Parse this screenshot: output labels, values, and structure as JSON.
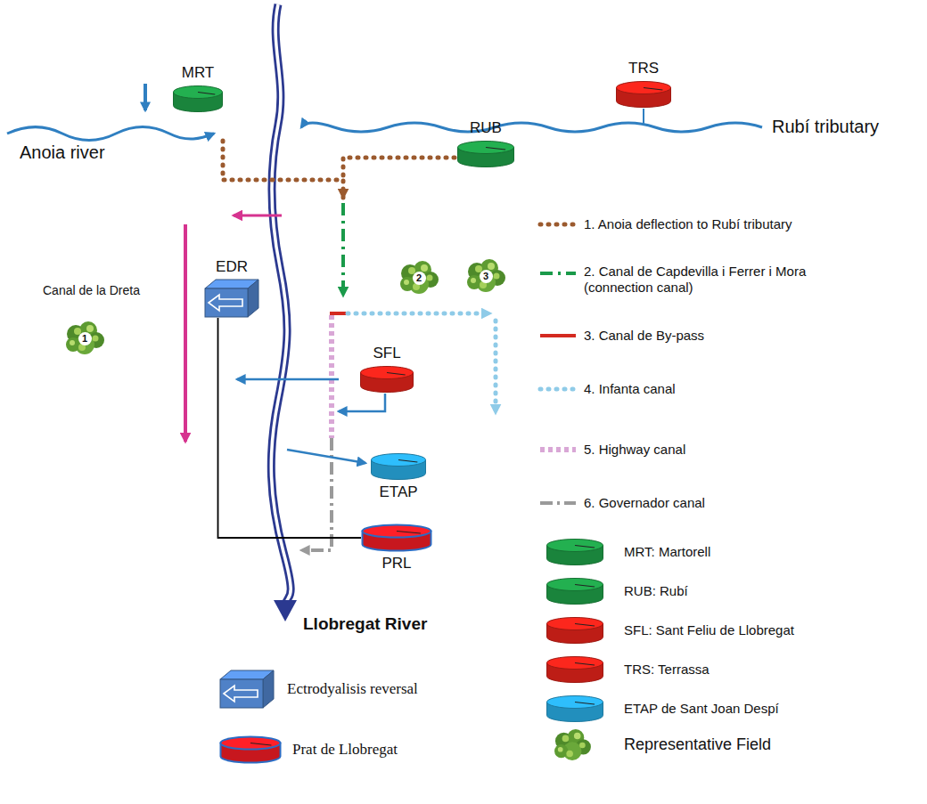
{
  "diagram": {
    "nodes": [
      {
        "text": [
          "MRT"
        ]
      },
      {
        "text": [
          "TRS"
        ]
      },
      {
        "text": [
          "RUB"
        ]
      },
      {
        "text": [
          "EDR"
        ]
      },
      {
        "text": [
          "1"
        ]
      },
      {
        "text": [
          "2"
        ]
      },
      {
        "text": [
          "3"
        ]
      },
      {
        "text": [
          "SFL"
        ]
      },
      {
        "text": [
          "ETAP"
        ]
      },
      {
        "text": [
          "PRL"
        ]
      }
    ],
    "edges": [
      {
        "from": 3,
        "to": 9,
        "arrow": "none"
      }
    ],
    "labels": [
      "Anoia river",
      "Rubí tributary",
      "Canal de la Dreta",
      "Llobregat River"
    ],
    "legend": [
      {
        "text": "1. Anoia deflection to Rubí tributary"
      },
      {
        "text": "2. Canal de Capdevilla i Ferrer i Mora (connection canal)"
      },
      {
        "text": "3. Canal de By-pass"
      },
      {
        "text": "4. Infanta canal"
      },
      {
        "text": "5. Highway canal"
      },
      {
        "text": "6. Governador canal"
      },
      {
        "text": "MRT: Martorell",
        "color": "#1f9e48"
      },
      {
        "text": "RUB: Rubí",
        "color": "#1f9e48"
      },
      {
        "text": "SFL: Sant Feliu de Llobregat",
        "color": "#e2231a"
      },
      {
        "text": "TRS: Terrassa",
        "color": "#e2231a"
      },
      {
        "text": "ETAP de Sant Joan Despí",
        "color": "#29abe2"
      },
      {
        "text": "Ectrodyalisis reversal",
        "color": "#4f81c7"
      },
      {
        "text": "Prat de Llobregat",
        "color": "#ee1c24"
      },
      {
        "text": "Representative Field"
      }
    ]
  }
}
